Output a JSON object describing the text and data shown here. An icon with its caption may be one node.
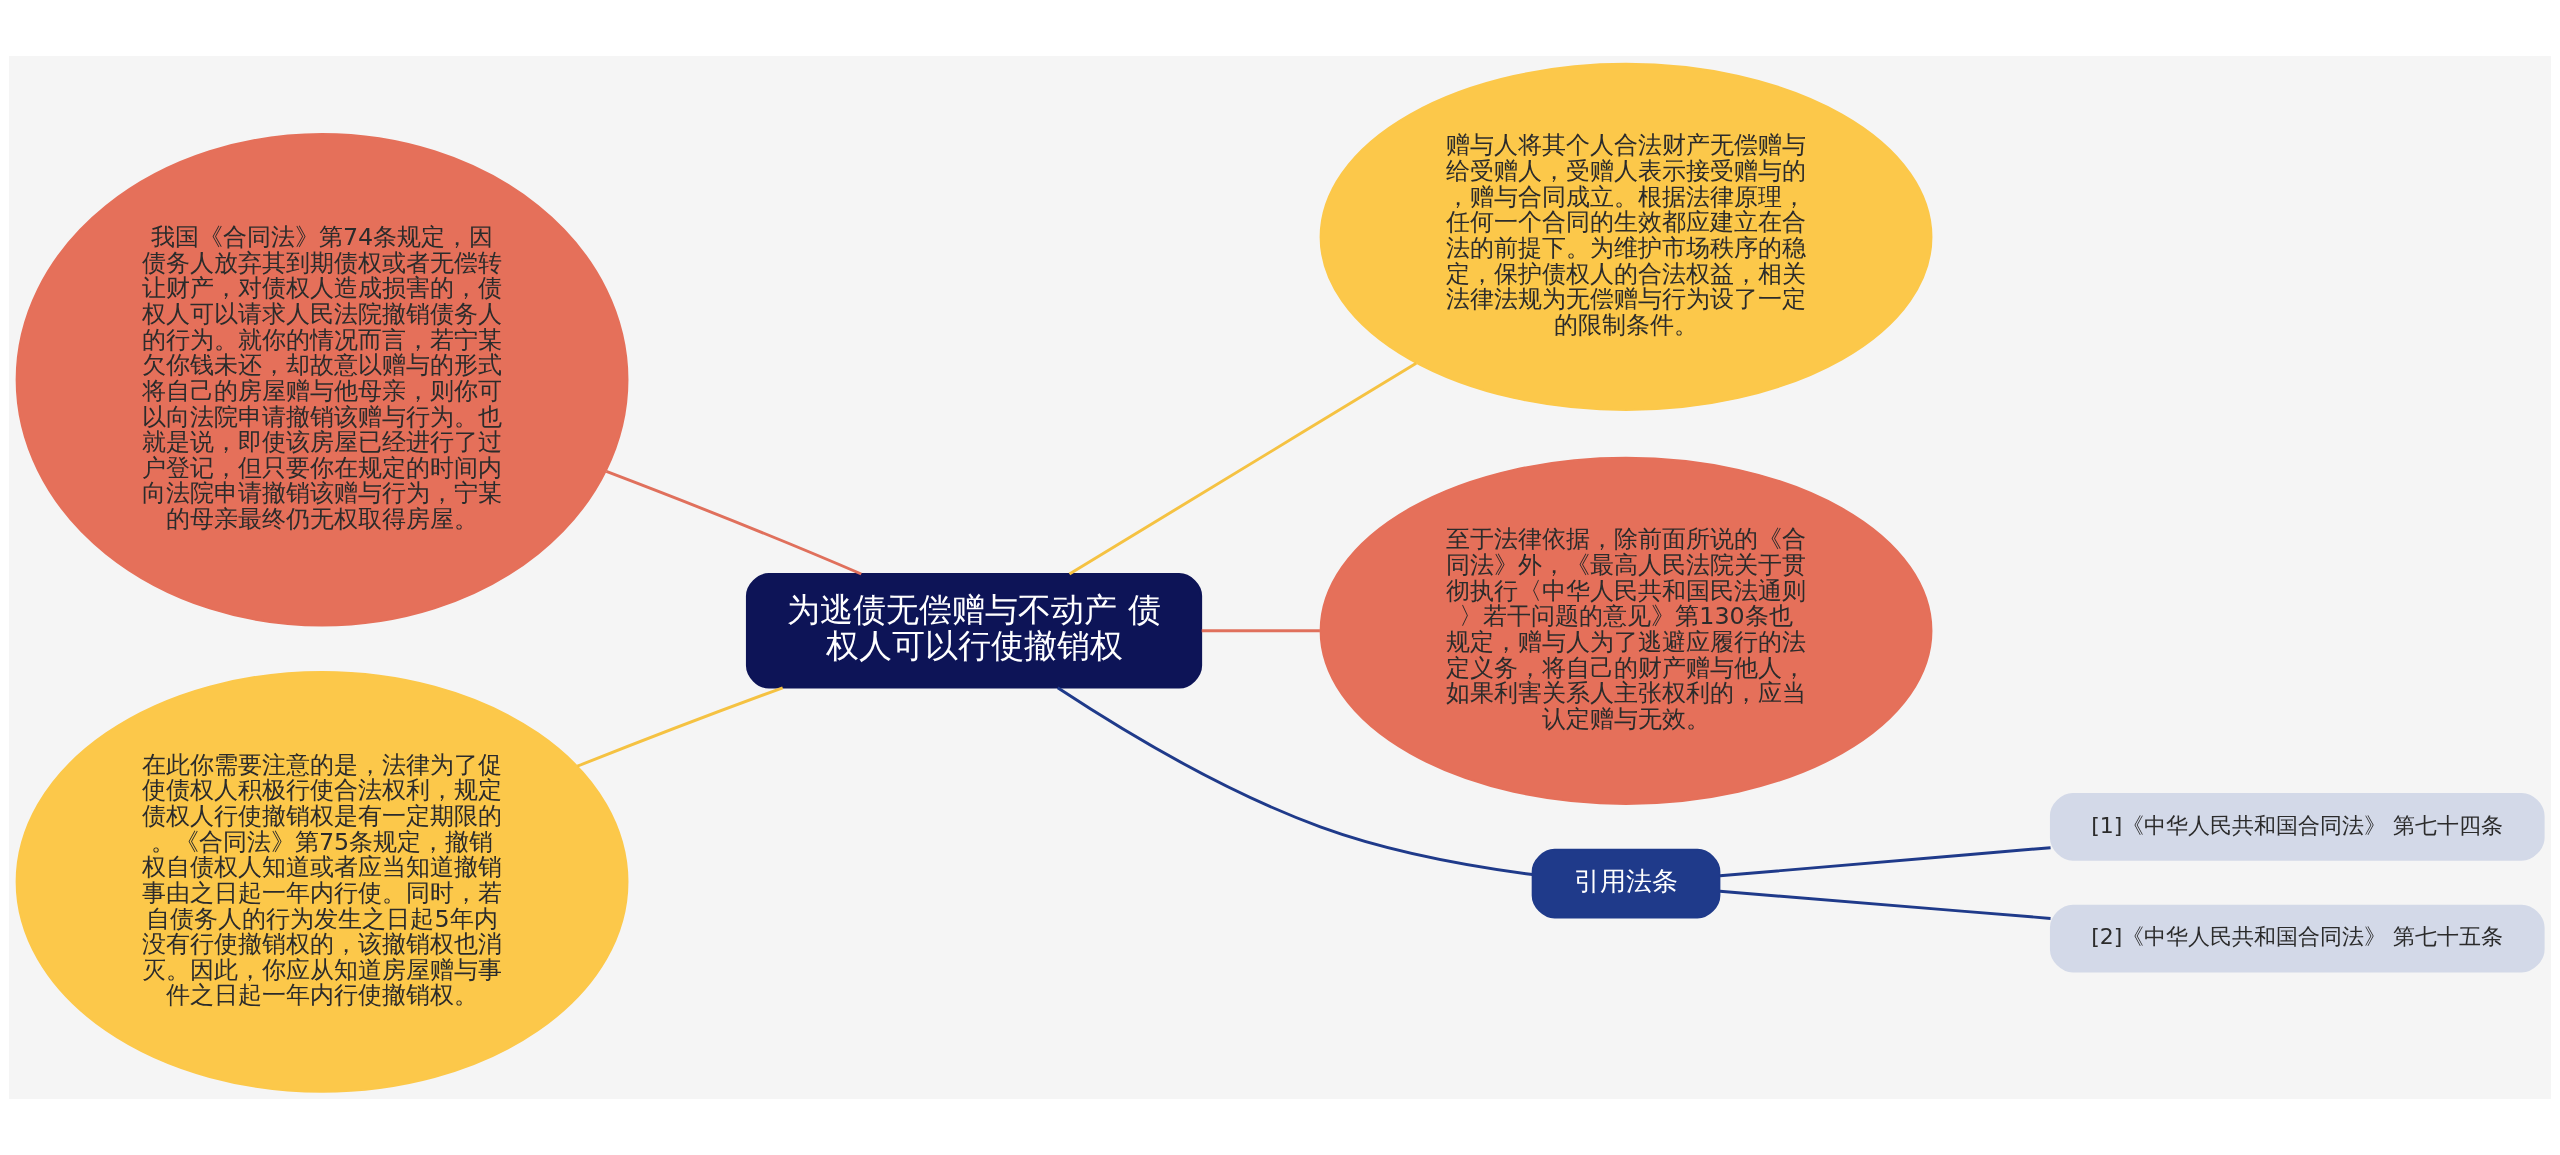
{
  "diagram": {
    "nodes": [
      {
        "text": [
          "为逃债无偿赠与不动产 债权人可以行使撤销权"
        ]
      },
      {
        "text": [
          "我国《合同法》第74条规定，因债务人放弃其到期债权或者无偿转让财产，对债权人造成损害的，债权人可以请求人民法院撤销债务人的行为。就你的情况而言，若宁某欠你钱未还，却故意以赠与的形式将自己的房屋赠与他母亲，则你可以向法院申请撤销该赠与行为。也就是说，即使该房屋已经进行了过户登记，但只要你在规定的时间内向法院申请撤销该赠与行为，宁某的母亲最终仍无权取得房屋。"
        ]
      },
      {
        "text": [
          "在此你需要注意的是，法律为了促使债权人积极行使合法权利，规定债权人行使撤销权是有一定期限的。《合同法》第75条规定，撤销权自债权人知道或者应当知道撤销事由之日起一年内行使。同时，若自债务人的行为发生之日起5年内没有行使撤销权的，该撤销权也消灭。因此，你应从知道房屋赠与事件之日起一年内行使撤销权。"
        ]
      },
      {
        "text": [
          "赠与人将其个人合法财产无偿赠与给受赠人，受赠人表示接受赠与的，赠与合同成立。根据法律原理，任何一个合同的生效都应建立在合法的前提下。为维护市场秩序的稳定，保护债权人的合法权益，相关法律法规为无偿赠与行为设了一定的限制条件。"
        ]
      },
      {
        "text": [
          "至于法律依据，除前面所说的《合同法》外，《最高人民法院关于贯彻执行〈中华人民共和国民法通则〉若干问题的意见》第130条也规定，赠与人为了逃避应履行的法定义务，将自己的财产赠与他人，如果利害关系人主张权利的，应当认定赠与无效。"
        ]
      },
      {
        "text": [
          "引用法条"
        ]
      },
      {
        "text": [
          "[1]《中华人民共和国合同法》 第七十四条"
        ]
      },
      {
        "text": [
          "[2]《中华人民共和国合同法》 第七十五条"
        ]
      }
    ],
    "edges": [
      {
        "from": 0,
        "to": 1,
        "arrow": "none",
        "color": "#e0705c"
      },
      {
        "from": 0,
        "to": 2,
        "arrow": "none",
        "color": "#f5c242"
      },
      {
        "from": 0,
        "to": 3,
        "arrow": "none",
        "color": "#f5c242"
      },
      {
        "from": 0,
        "to": 4,
        "arrow": "none",
        "color": "#e0705c"
      },
      {
        "from": 0,
        "to": 5,
        "arrow": "none"
      },
      {
        "from": 5,
        "to": 6,
        "arrow": "none"
      },
      {
        "from": 5,
        "to": 7,
        "arrow": "none"
      }
    ]
  }
}
